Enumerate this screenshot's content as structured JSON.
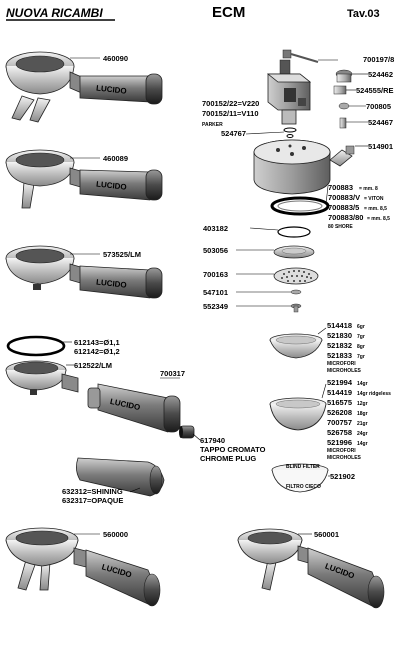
{
  "header": {
    "brand": "NUOVA RICAMBI",
    "model": "ECM",
    "table": "Tav.03"
  },
  "lucido": "LUCIDO",
  "labels": {
    "p460090": "460090",
    "p460089": "460089",
    "p573525": "573525/LM",
    "p612143": "612143=Ø1,1",
    "p612142": "612142=Ø1,2",
    "p612522": "612522/LM",
    "p700317": "700317",
    "p617940": "617940",
    "tappo": "TAPPO CROMATO",
    "chrome": "CHROME PLUG",
    "p632312": "632312=SHINING",
    "p632317": "632317=OPAQUE",
    "p560000": "560000",
    "p560001": "560001",
    "p700197": "700197/8",
    "p524462": "524462",
    "p524555": "524555/RE",
    "p700152_22": "700152/22=V220",
    "p700152_11": "700152/11=V110",
    "parker": "PARKER",
    "p700805": "700805",
    "p524467": "524467",
    "p524767": "524767",
    "p514901": "514901",
    "p700883": "700883",
    "mm8": "= mm. 8",
    "p700883v": "700883/V",
    "viton": "= VITON",
    "p700883_5": "700883/5",
    "mm85": "= mm. 8,5",
    "p700883_80": "700883/80",
    "mm85b": "= mm. 8,5",
    "shore": "80 SHORE",
    "p403182": "403182",
    "p503056": "503056",
    "p700163": "700163",
    "p547101": "547101",
    "p552349": "552349",
    "blind_filter": "BLIND FILTER",
    "filtro_cieco": "FILTRO CIECO",
    "p521902": "521902"
  },
  "basket1": {
    "microfori": "MICROFORI",
    "microholes": "MICROHOLES",
    "rows": [
      {
        "code": "514418",
        "spec": "6gr"
      },
      {
        "code": "521830",
        "spec": "7gr"
      },
      {
        "code": "521832",
        "spec": "8gr"
      },
      {
        "code": "521833",
        "spec": "7gr"
      }
    ]
  },
  "basket2": {
    "microfori": "MICROFORI",
    "microholes": "MICROHOLES",
    "rows": [
      {
        "code": "521994",
        "spec": "14gr"
      },
      {
        "code": "514419",
        "spec": "14gr ridgeless"
      },
      {
        "code": "516575",
        "spec": "12gr"
      },
      {
        "code": "526208",
        "spec": "18gr"
      },
      {
        "code": "700757",
        "spec": "21gr"
      },
      {
        "code": "526758",
        "spec": "24gr"
      },
      {
        "code": "521996",
        "spec": "14gr"
      }
    ]
  }
}
